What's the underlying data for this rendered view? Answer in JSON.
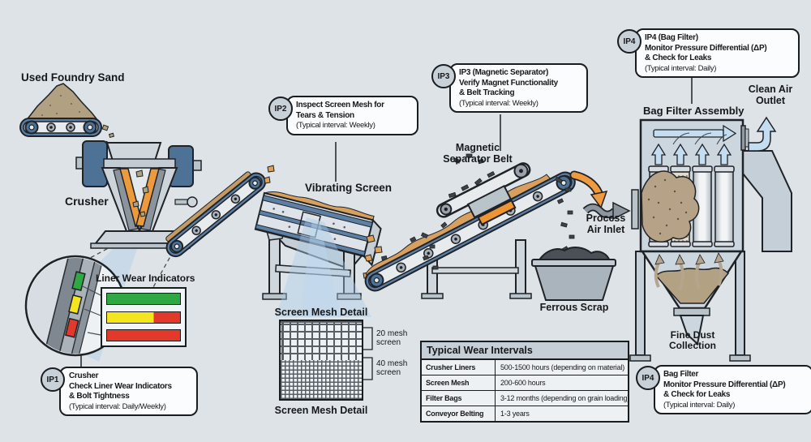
{
  "labels": {
    "used_foundry_sand": "Used Foundry Sand",
    "crusher": "Crusher",
    "liner_wear_indicators": "Liner Wear Indicators",
    "vibrating_screen": "Vibrating Screen",
    "screen_mesh_detail_top": "Screen Mesh Detail",
    "screen_mesh_detail_bottom": "Screen Mesh Detail",
    "mesh_20": "20 mesh\nscreen",
    "mesh_40": "40 mesh\nscreen",
    "magnetic_separator_belt": "Magnetic\nSeparator Belt",
    "ferrous_scrap": "Ferrous Scrap",
    "process_air_inlet": "Process\nAir Inlet",
    "bag_filter_assembly": "Bag Filter Assembly",
    "clean_air_outlet": "Clean Air\nOutlet",
    "fine_dust_collection": "Fine Dust\nCollection"
  },
  "callouts": {
    "ip1": {
      "id": "IP1",
      "text": "Crusher\nCheck Liner Wear Indicators\n& Bolt Tightness",
      "interval": "(Typical interval: Daily/Weekly)"
    },
    "ip2": {
      "id": "IP2",
      "text": "Inspect Screen Mesh for\nTears & Tension",
      "interval": "(Typical interval: Weekly)"
    },
    "ip3": {
      "id": "IP3",
      "text": "IP3 (Magnetic Separator)\nVerify Magnet Functionality\n& Belt Tracking",
      "interval": "(Typical interval: Weekly)"
    },
    "ip4_top": {
      "id": "IP4",
      "text": "IP4 (Bag Filter)\nMonitor Pressure Differential (ΔP)\n& Check for Leaks",
      "interval": "(Typical interval: Daily)"
    },
    "ip4_bottom": {
      "id": "IP4",
      "text": "Bag Filter\nMonitor Pressure Differential (ΔP)\n& Check for Leaks",
      "interval": "(Typical interval: Daily)"
    }
  },
  "wear_table": {
    "title": "Typical Wear Intervals",
    "rows": [
      {
        "part": "Crusher Liners",
        "interval": "500-1500 hours (depending on material)"
      },
      {
        "part": "Screen Mesh",
        "interval": "200-600 hours"
      },
      {
        "part": "Filter Bags",
        "interval": "3-12 months (depending on grain loading)"
      },
      {
        "part": "Conveyor Belting",
        "interval": "1-3 years"
      }
    ]
  },
  "colors": {
    "background": "#dee3e8",
    "machine_blue": "#4e7296",
    "rail_blue": "#5b7fa5",
    "metal_light": "#ccd6de",
    "metal_mid": "#aab3ba",
    "sand_brown": "#b2a083",
    "hot_sand_orange": "#d8a05f",
    "magnet_orange": "#ee9434",
    "indicator_green": "#2fa844",
    "indicator_yellow": "#f5e51e",
    "indicator_red": "#e2392b",
    "air_blue": "#c5ddf0",
    "dust_tan": "#b5a287",
    "ferrous_dark": "#3d4247"
  }
}
